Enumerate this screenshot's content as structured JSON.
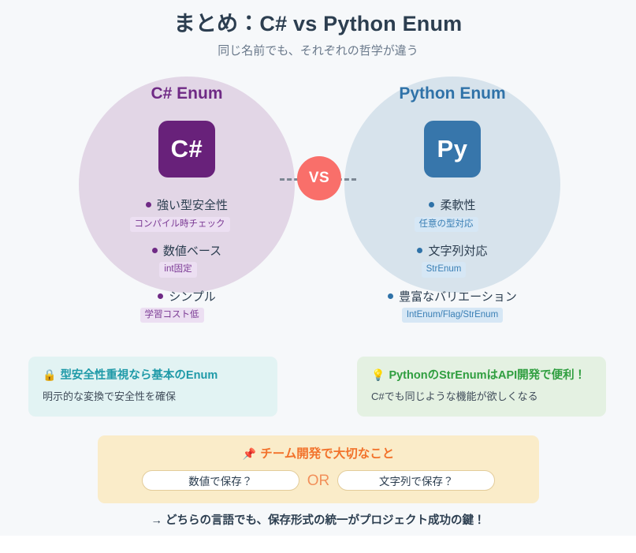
{
  "header": {
    "title": "まとめ：C# vs Python Enum",
    "subtitle": "同じ名前でも、それぞれの哲学が違う"
  },
  "vs": {
    "label": "VS"
  },
  "columns": {
    "csharp": {
      "title": "C# Enum",
      "badge_label": "C#",
      "badge_color": "#68217a",
      "circle_color": "#e2d6e6",
      "accent_color": "#6f2a85",
      "features": [
        {
          "label": "強い型安全性",
          "tag": "コンパイル時チェック"
        },
        {
          "label": "数値ベース",
          "tag": "int固定"
        },
        {
          "label": "シンプル",
          "tag": "学習コスト低"
        }
      ]
    },
    "python": {
      "title": "Python Enum",
      "badge_label": "Py",
      "badge_color": "#3776ab",
      "circle_color": "#d7e3ec",
      "accent_color": "#2f72a8",
      "features": [
        {
          "label": "柔軟性",
          "tag": "任意の型対応"
        },
        {
          "label": "文字列対応",
          "tag": "StrEnum"
        },
        {
          "label": "豊富なバリエーション",
          "tag": "IntEnum/Flag/StrEnum"
        }
      ]
    }
  },
  "callouts": {
    "left": {
      "icon": "🔒",
      "icon_name": "lock-icon",
      "heading": "型安全性重視なら基本のEnum",
      "sub": "明示的な変換で安全性を確保",
      "heading_color": "#1f9aa8",
      "bg_color": "#e2f3f3"
    },
    "right": {
      "icon": "💡",
      "icon_name": "lightbulb-icon",
      "heading": "PythonのStrEnumはAPI開発で便利！",
      "sub": "C#でも同じような機能が欲しくなる",
      "heading_color": "#2f9e3f",
      "bg_color": "#e4f1e2"
    }
  },
  "panel": {
    "icon": "📌",
    "icon_name": "pushpin-icon",
    "title": "チーム開発で大切なこと",
    "option_a": "数値で保存？",
    "separator": "OR",
    "option_b": "文字列で保存？",
    "title_color": "#f2722b",
    "bg_color": "#faecc9"
  },
  "closing": {
    "text": "→ どちらの言語でも、保存形式の統一がプロジェクト成功の鍵！"
  }
}
